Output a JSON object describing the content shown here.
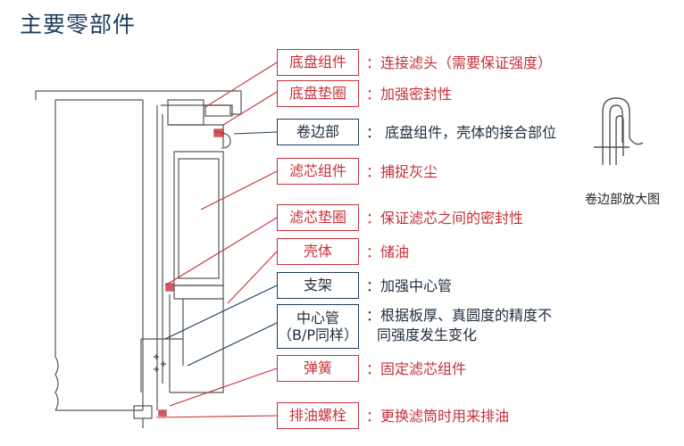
{
  "title": "主要零部件",
  "components": [
    {
      "label": "底盘组件",
      "desc": "：连接滤头（需要保证强度）",
      "style": "red"
    },
    {
      "label": "底盘垫圈",
      "desc": "：加强密封性",
      "style": "red"
    },
    {
      "label": "卷边部",
      "desc": "：  底盘组件，壳体的接合部位",
      "style": "dark"
    },
    {
      "label": "滤芯组件",
      "desc": "：捕捉灰尘",
      "style": "red"
    },
    {
      "label": "滤芯垫圈",
      "desc": "：保证滤芯之间的密封性",
      "style": "red"
    },
    {
      "label": "壳体",
      "desc": "：储油",
      "style": "red"
    },
    {
      "label": "支架",
      "desc": "：加强中心管",
      "style": "dark"
    },
    {
      "label": "中心管",
      "label2": "（B/P同样）",
      "desc": "：根据板厚、真圆度的精度不",
      "desc2": "同强度发生变化",
      "style": "dark"
    },
    {
      "label": "弹簧",
      "desc": "：固定滤芯组件",
      "style": "red"
    },
    {
      "label": "排油螺栓",
      "desc": "：更换滤筒时用来排油",
      "style": "red"
    }
  ],
  "inset_caption": "卷边部放大图",
  "colors": {
    "accent_red": "#c53038",
    "dark_navy": "#1f3c5c",
    "line_gray": "#555555"
  }
}
